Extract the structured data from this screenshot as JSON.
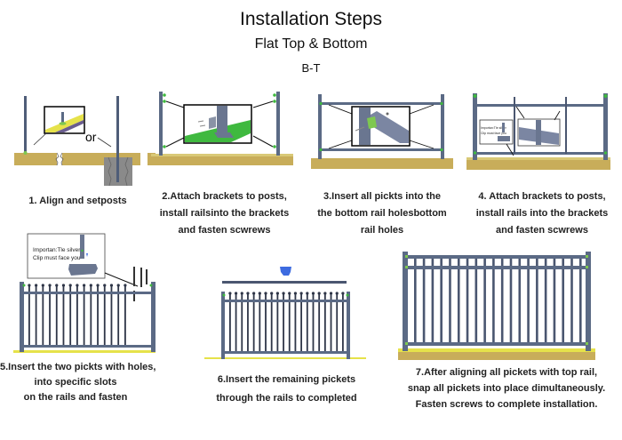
{
  "header": {
    "title": "Installation  Steps",
    "subtitle": "Flat Top & Bottom",
    "code": "B-T"
  },
  "steps": [
    {
      "number": 1,
      "lines": [
        "1. Align and setposts"
      ],
      "illustration_label": "or"
    },
    {
      "number": 2,
      "lines": [
        "2.Attach brackets to posts,",
        "install railsinto the brackets",
        "and fasten scwrews"
      ]
    },
    {
      "number": 3,
      "lines": [
        "3.Insert all pickts into the",
        "the bottom rail holesbottom",
        "rail holes"
      ]
    },
    {
      "number": 4,
      "lines": [
        "4. Attach brackets to posts,",
        "install rails into the brackets",
        "and fasten scwrews"
      ],
      "note_lines": [
        "Importan:Tle silver",
        "Clip must face you"
      ]
    },
    {
      "number": 5,
      "lines": [
        "5.Insert the two pickts with holes,",
        "into specific slots",
        "on the rails and fasten"
      ],
      "note_lines": [
        "Importan:Tle silver",
        "Clip must face you"
      ]
    },
    {
      "number": 6,
      "lines": [
        "6.Insert the remaining pickets",
        "through the rails to completed"
      ]
    },
    {
      "number": 7,
      "lines": [
        "7.After aligning all pickets with top rail,",
        "snap all pickets into place dimultaneously.",
        "Fasten screws to complete installation."
      ]
    }
  ],
  "colors": {
    "ground": "#c8ad5a",
    "ground_top": "#d9c977",
    "post": "#5b6a85",
    "post_dark": "#3e4a60",
    "bracket": "#7ec850",
    "highlight_green": "#3fb93f",
    "yellow_strip": "#e6e24a",
    "concrete": "#8a8a8a",
    "arrow_blue": "#3d6be0"
  }
}
